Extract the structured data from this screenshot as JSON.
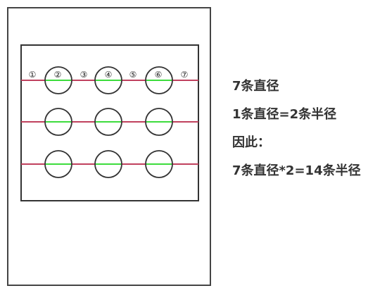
{
  "diagram": {
    "line_color": "#c0415e",
    "diameter_color": "#3ddc3d",
    "circle_stroke": "#333333",
    "outer_frame_stroke": "#444444",
    "rows": 3,
    "columns": 3,
    "segment_labels": [
      "①",
      "②",
      "③",
      "④",
      "⑤",
      "⑥",
      "⑦"
    ]
  },
  "notes": [
    "7条直径",
    "1条直径=2条半径",
    "因此：",
    "7条直径*2=14条半径"
  ]
}
